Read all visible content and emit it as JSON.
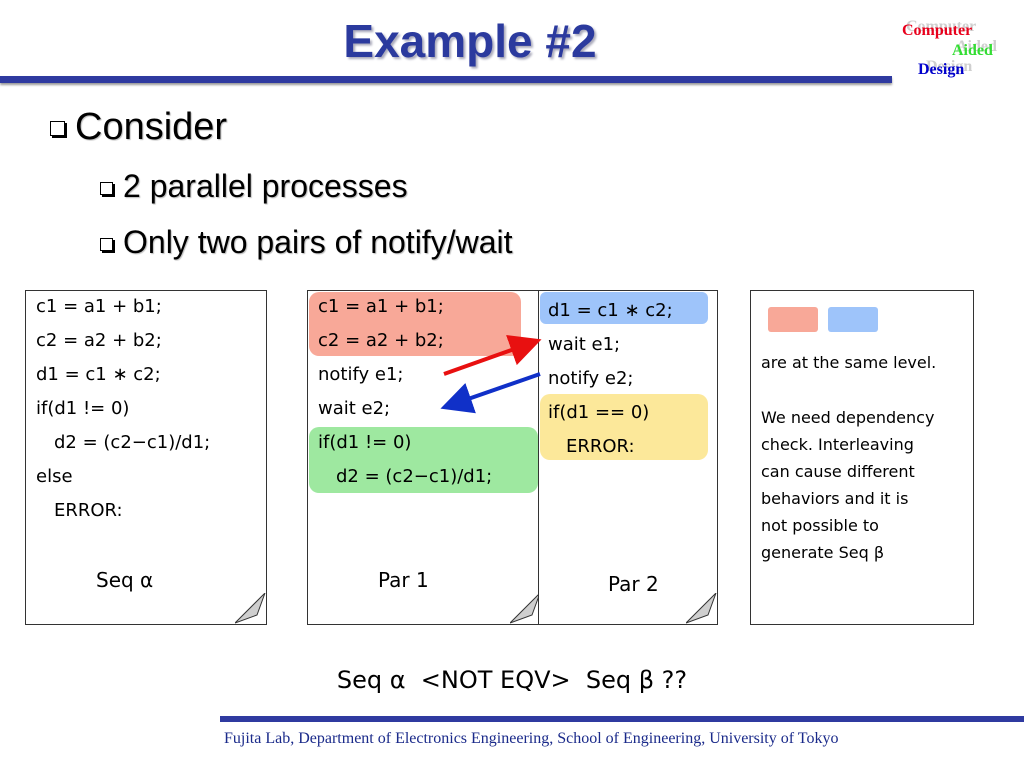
{
  "title": "Example #2",
  "logo": {
    "line1": "Computer",
    "line2": "Aided",
    "line3": "Design",
    "color1": "#e8001c",
    "color2": "#33dd33",
    "color3": "#0000cc"
  },
  "bullets": {
    "consider": "Consider",
    "sub1": "2 parallel processes",
    "sub2": "Only two pairs of notify/wait"
  },
  "seq_alpha": {
    "lines": [
      "c1 = a1 + b1;",
      "c2 = a2 + b2;",
      "d1 = c1 ∗ c2;",
      "if(d1 != 0)",
      "d2 = (c2−c1)/d1;",
      "else",
      "ERROR:"
    ],
    "caption": "Seq α"
  },
  "par1": {
    "lines": [
      "c1 = a1 + b1;",
      "c2 = a2 + b2;",
      "notify e1;",
      "wait e2;",
      "if(d1 != 0)",
      "d2 = (c2−c1)/d1;"
    ],
    "caption": "Par 1"
  },
  "par2": {
    "lines": [
      "d1 = c1 ∗ c2;",
      "wait e1;",
      "notify e2;",
      "if(d1 == 0)",
      "ERROR:"
    ],
    "caption": "Par 2"
  },
  "note": {
    "lines": [
      "are at the same level.",
      "",
      "We need dependency",
      "check. Interleaving",
      "can cause different",
      "behaviors and it is",
      "not possible to",
      "generate Seq β"
    ]
  },
  "comparison": "Seq α  <NOT EQV>  Seq β ??",
  "footer": "Fujita Lab, Department of Electronics Engineering, School of Engineering, University of Tokyo",
  "colors": {
    "title": "#2b3a9e",
    "red_highlight": "#f8a898",
    "blue_highlight": "#9ec4fa",
    "green_highlight": "#9ee8a0",
    "yellow_highlight": "#fce89a",
    "arrow_red": "#e81010",
    "arrow_blue": "#1030c8"
  }
}
